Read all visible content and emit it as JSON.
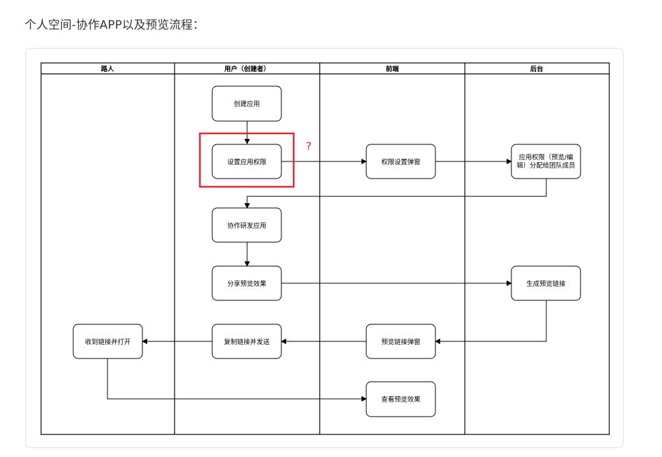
{
  "page": {
    "title": "个人空间-协作APP以及预览流程："
  },
  "diagram": {
    "lanes": [
      "路人",
      "用户（创建者）",
      "前端",
      "后台"
    ],
    "nodes": {
      "create_app": "创建应用",
      "set_permissions": "设置应用权限",
      "permission_dialog": "权限设置弹窗",
      "assign_permissions_line1": "应用权限（预览/编",
      "assign_permissions_line2": "辑）分配给团队成员",
      "collab_dev": "协作研发应用",
      "share_preview": "分享预览效果",
      "generate_link": "生成预览链接",
      "preview_link_dialog": "预览链接弹窗",
      "copy_send_link": "复制链接并发送",
      "receive_open_link": "收到链接并打开",
      "view_preview": "查看预览效果"
    },
    "annotation": {
      "question_mark": "?",
      "highlight_color": "#e0262f"
    }
  }
}
